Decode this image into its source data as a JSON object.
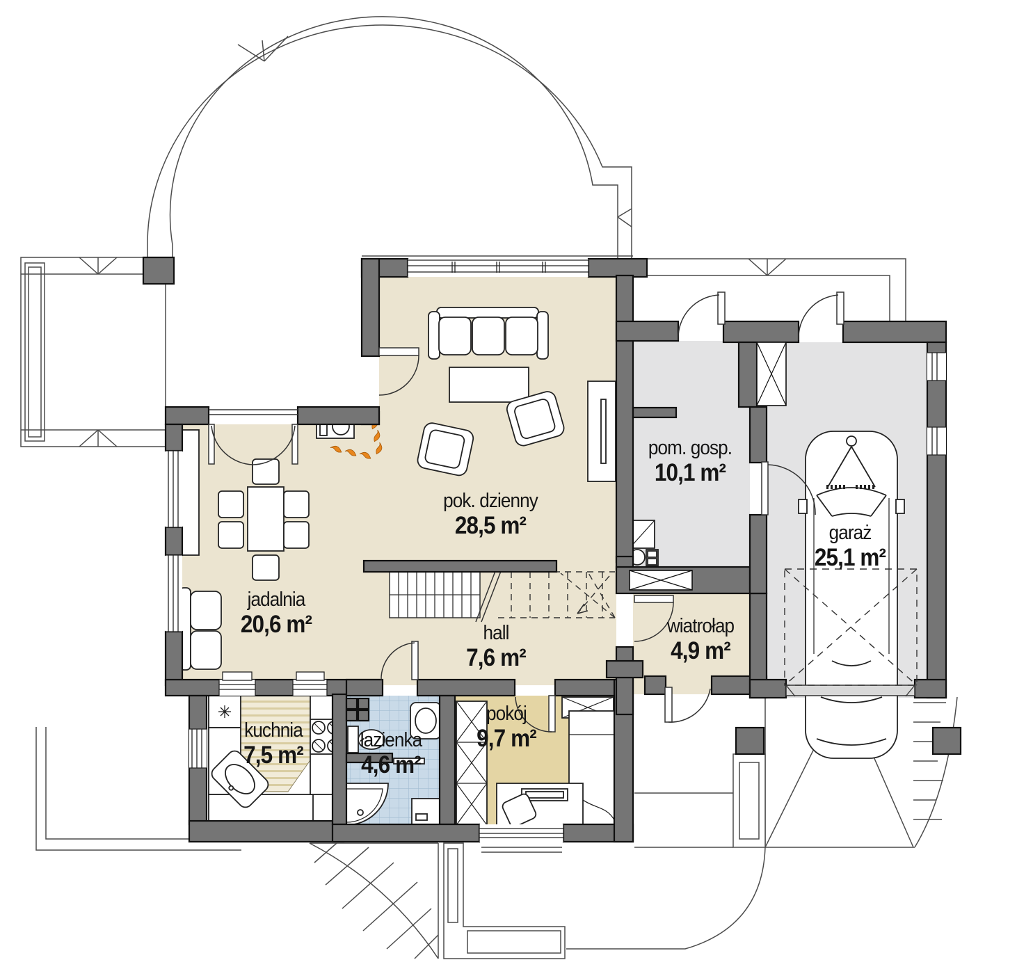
{
  "plan": {
    "type": "floor-plan",
    "language": "pl",
    "rooms": [
      {
        "id": "pok-dzienny",
        "label": "pok. dzienny",
        "area": "28,5 m²"
      },
      {
        "id": "jadalnia",
        "label": "jadalnia",
        "area": "20,6 m²"
      },
      {
        "id": "kuchnia",
        "label": "kuchnia",
        "area": "7,5 m²"
      },
      {
        "id": "lazienka",
        "label": "łazienka",
        "area": "4,6 m²"
      },
      {
        "id": "hall",
        "label": "hall",
        "area": "7,6 m²"
      },
      {
        "id": "pokoj",
        "label": "pokój",
        "area": "9,7 m²"
      },
      {
        "id": "wiatrolap",
        "label": "wiatrołap",
        "area": "4,9 m²"
      },
      {
        "id": "pom-gosp",
        "label": "pom. gosp.",
        "area": "10,1 m²"
      },
      {
        "id": "garaz",
        "label": "garaż",
        "area": "25,1 m²"
      }
    ],
    "colors": {
      "wall": "#757575",
      "floor_main": "#ebe4d0",
      "floor_room": "#e4d5a4",
      "floor_bath": "#c9dae8",
      "floor_garage": "#e3e3e4",
      "flame_accent": "#e8861d"
    }
  }
}
